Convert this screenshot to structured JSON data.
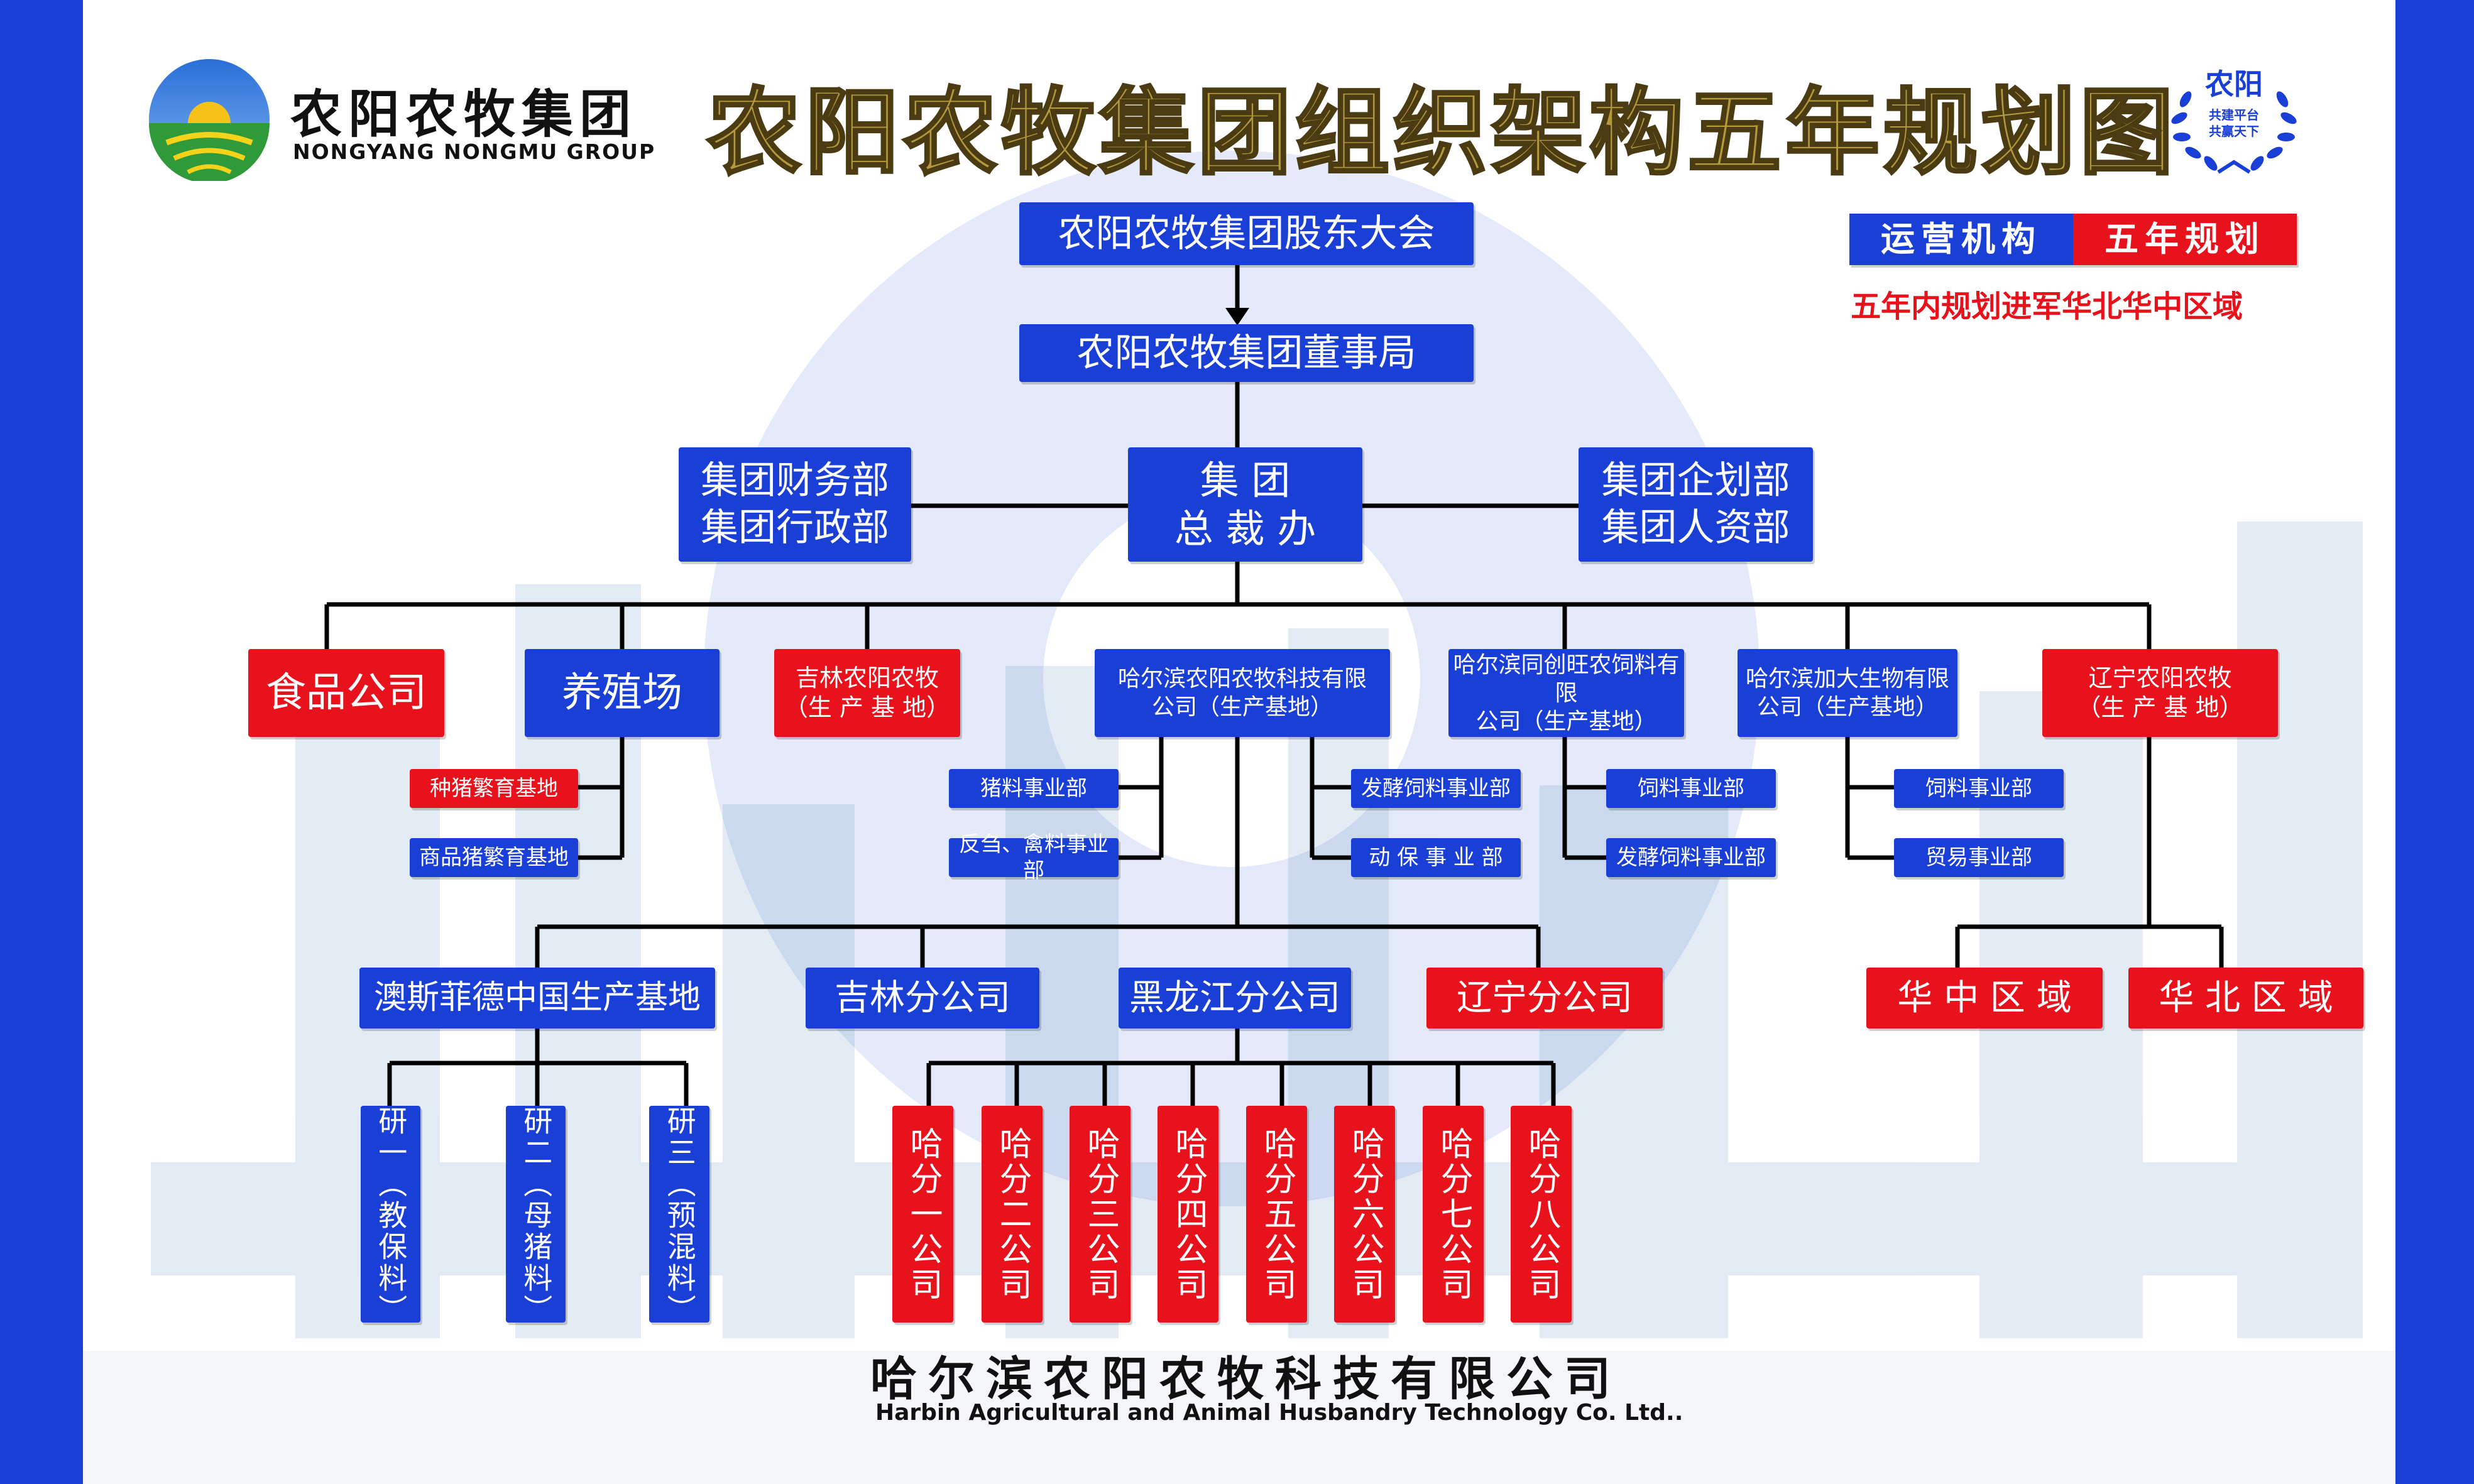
{
  "header": {
    "logo_name": "农阳农牧集团",
    "logo_en": "NONGYANG NONGMU GROUP",
    "title": "农阳农牧集团组织架构五年规划图",
    "seal_text": "农阳",
    "seal_sub1": "共建平台",
    "seal_sub2": "共赢天下"
  },
  "legend": {
    "blue_label": "运营机构",
    "red_label": "五年规划",
    "note": "五年内规划进军华北华中区域"
  },
  "top": {
    "shareholders": "农阳农牧集团股东大会",
    "board": "农阳农牧集团董事局",
    "president_l1": "集 团",
    "president_l2": "总 裁 办",
    "left_l1": "集团财务部",
    "left_l2": "集团行政部",
    "right_l1": "集团企划部",
    "right_l2": "集团人资部"
  },
  "level3": {
    "food": "食品公司",
    "farm": "养殖场",
    "jilin_l1": "吉林农阳农牧",
    "jilin_l2": "（生 产 基 地）",
    "hrb_tech_l1": "哈尔滨农阳农牧科技有限",
    "hrb_tech_l2": "公司（生产基地）",
    "hrb_feed_l1": "哈尔滨同创旺农饲料有限",
    "hrb_feed_l2": "公司（生产基地）",
    "hrb_bio_l1": "哈尔滨加大生物有限",
    "hrb_bio_l2": "公司（生产基地）",
    "liaoning_l1": "辽宁农阳农牧",
    "liaoning_l2": "（生 产 基 地）"
  },
  "level4": {
    "farm_a": "种猪繁育基地",
    "farm_b": "商品猪繁育基地",
    "tech_a": "猪料事业部",
    "tech_b": "反刍、禽料事业部",
    "tech_c": "发酵饲料事业部",
    "tech_d": "动 保 事 业 部",
    "feed_a": "饲料事业部",
    "feed_b": "发酵饲料事业部",
    "bio_a": "饲料事业部",
    "bio_b": "贸易事业部"
  },
  "level5": {
    "aus": "澳斯菲德中国生产基地",
    "jilin": "吉林分公司",
    "hlj": "黑龙江分公司",
    "liaoning": "辽宁分公司",
    "central": "华 中 区 域",
    "north": "华 北 区 域"
  },
  "research": [
    "研一（教保料）",
    "研二（母猪料）",
    "研三（预混料）"
  ],
  "branches": [
    "哈分一公司",
    "哈分二公司",
    "哈分三公司",
    "哈分四公司",
    "哈分五公司",
    "哈分六公司",
    "哈分七公司",
    "哈分八公司"
  ],
  "footer": {
    "name": "哈尔滨农阳农牧科技有限公司",
    "en": "Harbin Agricultural and Animal Husbandry Technology Co. Ltd.."
  },
  "colors": {
    "blue": "#1a3fd6",
    "red": "#e8121c",
    "title_gold": "#b49a3c"
  }
}
